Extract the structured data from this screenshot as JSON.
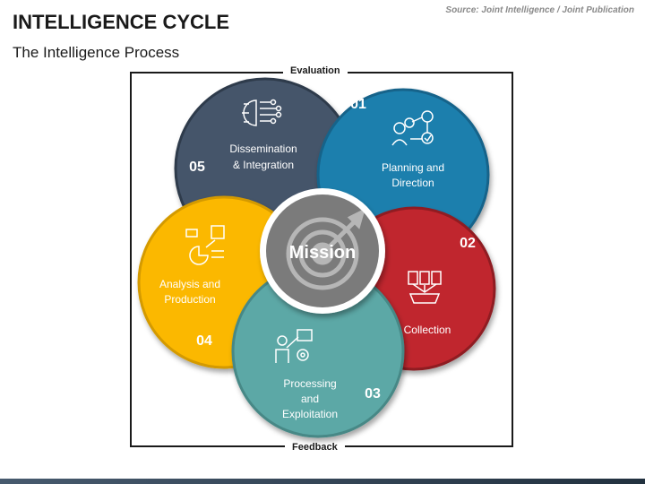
{
  "header": {
    "title": "INTELLIGENCE CYCLE",
    "subtitle": "The Intelligence Process",
    "source": "Source: Joint Intelligence / Joint Publication"
  },
  "frame": {
    "top_label": "Evaluation",
    "bottom_label": "Feedback"
  },
  "center": {
    "label": "Mission",
    "icon": "target-arrow-icon"
  },
  "stages": [
    {
      "number": "01",
      "line1": "Planning and",
      "line2": "Direction",
      "color": "#1f7fad",
      "icon": "planning-flow-icon"
    },
    {
      "number": "02",
      "line1": "Collection",
      "line2": "",
      "color": "#c0272d",
      "icon": "documents-inbox-icon"
    },
    {
      "number": "03",
      "line1": "Processing",
      "line2": "and",
      "line3": "Exploitation",
      "color": "#5ba8a6",
      "icon": "presenter-gear-icon"
    },
    {
      "number": "04",
      "line1": "Analysis and",
      "line2": "Production",
      "color": "#fbb800",
      "icon": "analysis-chart-icon"
    },
    {
      "number": "05",
      "line1": "Dissemination",
      "line2": "& Integration",
      "color": "#44546a",
      "icon": "circuit-chip-icon"
    }
  ]
}
